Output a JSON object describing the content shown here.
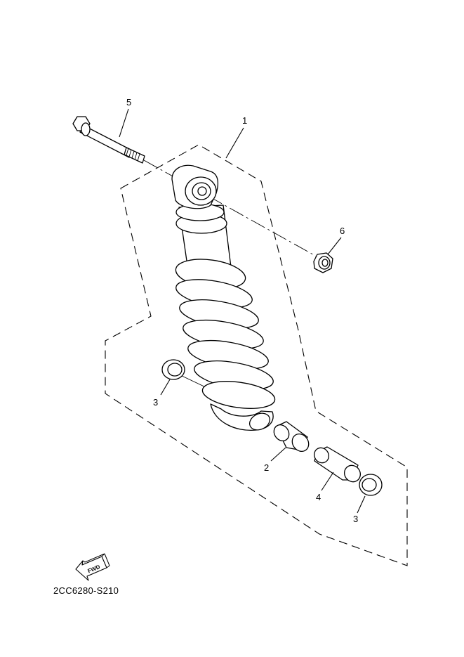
{
  "diagram": {
    "callouts": [
      {
        "id": "c1",
        "label": "1"
      },
      {
        "id": "c2",
        "label": "2"
      },
      {
        "id": "c3a",
        "label": "3"
      },
      {
        "id": "c3b",
        "label": "3"
      },
      {
        "id": "c4",
        "label": "4"
      },
      {
        "id": "c5",
        "label": "5"
      },
      {
        "id": "c6",
        "label": "6"
      }
    ],
    "fwd_label": "FWD",
    "diagram_code": "2CC6280-S210"
  }
}
